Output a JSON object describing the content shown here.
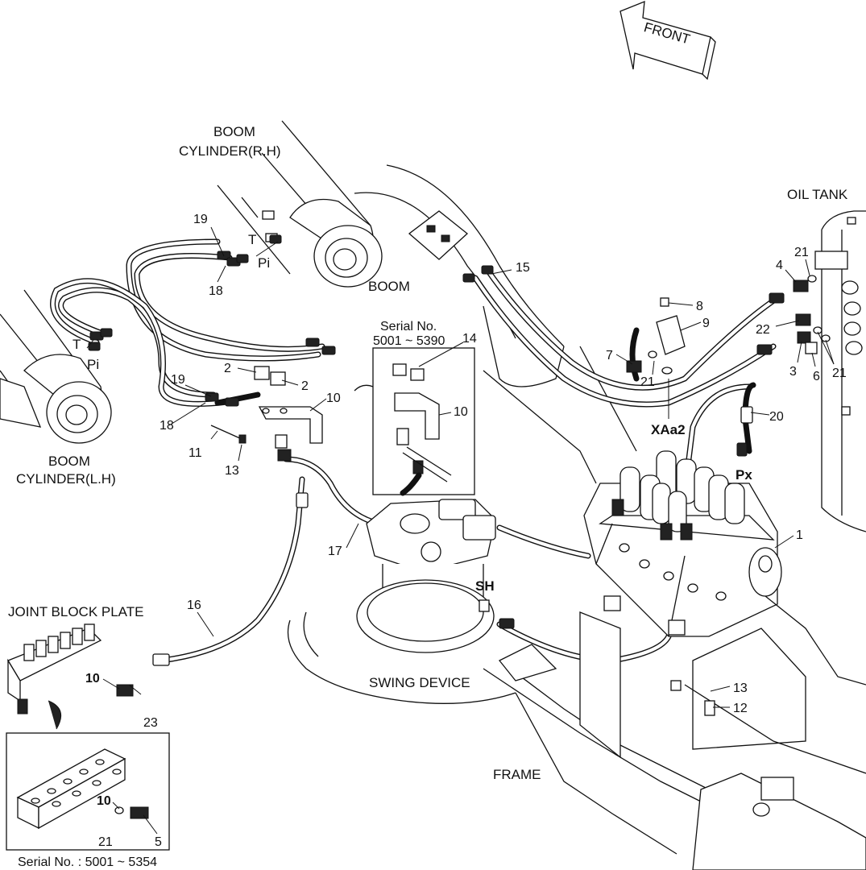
{
  "labels": {
    "front": "FRONT",
    "boom_cyl_rh_1": "BOOM",
    "boom_cyl_rh_2": "CYLINDER(R.H)",
    "boom_cyl_lh_1": "BOOM",
    "boom_cyl_lh_2": "CYLINDER(L.H)",
    "boom": "BOOM",
    "oil_tank": "OIL TANK",
    "serial_box_1": "Serial No.",
    "serial_box_2": "5001 ~ 5390",
    "joint_block_plate": "JOINT BLOCK PLATE",
    "swing_device": "SWING DEVICE",
    "frame": "FRAME",
    "serial_bottom": "Serial No.  : 5001 ~ 5354",
    "port_T_top": "T",
    "port_Pi_top": "Pi",
    "port_T_left": "T",
    "port_Pi_left": "Pi",
    "port_XAa2": "XAa2",
    "port_Px": "Px",
    "port_SH": "SH"
  },
  "callouts": {
    "c1": "1",
    "c2a": "2",
    "c2b": "2",
    "c3": "3",
    "c4": "4",
    "c5": "5",
    "c6": "6",
    "c7": "7",
    "c8": "8",
    "c9": "9",
    "c10a": "10",
    "c10b": "10",
    "c10c": "10",
    "c10d": "10",
    "c11": "11",
    "c12": "12",
    "c13a": "13",
    "c13b": "13",
    "c14": "14",
    "c15": "15",
    "c16": "16",
    "c17": "17",
    "c18a": "18",
    "c18b": "18",
    "c19a": "19",
    "c19b": "19",
    "c20": "20",
    "c21a": "21",
    "c21b": "21",
    "c21c": "21",
    "c21d": "21",
    "c22": "22",
    "c23": "23"
  }
}
